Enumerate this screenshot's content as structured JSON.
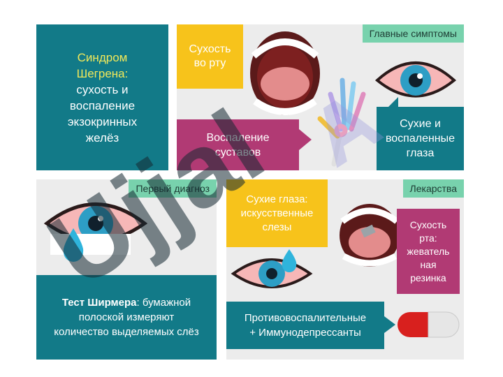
{
  "panel_tl": {
    "title": "Синдром Шегрена:",
    "lines": [
      "сухость и",
      "воспаление",
      "экзокринных",
      "желёз"
    ]
  },
  "panel_tr": {
    "tag": "Главные симптомы",
    "dry_mouth": [
      "Сухость",
      "во рту"
    ],
    "joints": [
      "Воспаление",
      "суставов"
    ],
    "dry_eyes": [
      "Сухие и",
      "воспаленные",
      "глаза"
    ]
  },
  "panel_bl": {
    "tag": "Первый диагноз",
    "test_bold": "Тест Ширмера",
    "test_rest": ": бумажной",
    "test_lines": [
      "полоской измеряют",
      "количество выделяемых слёз"
    ]
  },
  "panel_br": {
    "tag": "Лекарства",
    "tears": [
      "Сухие глаза:",
      "искусственные",
      "слезы"
    ],
    "gum": [
      "Сухость",
      "рта:",
      "жеватель",
      "ная",
      "резинка"
    ],
    "drugs": [
      "Противовоспалительные",
      "+ Иммунодепрессанты"
    ]
  },
  "watermark": "Ujjal",
  "colors": {
    "teal": "#127a88",
    "yellow": "#f7c31b",
    "magenta": "#b13a74",
    "mint": "#78d2ad"
  }
}
